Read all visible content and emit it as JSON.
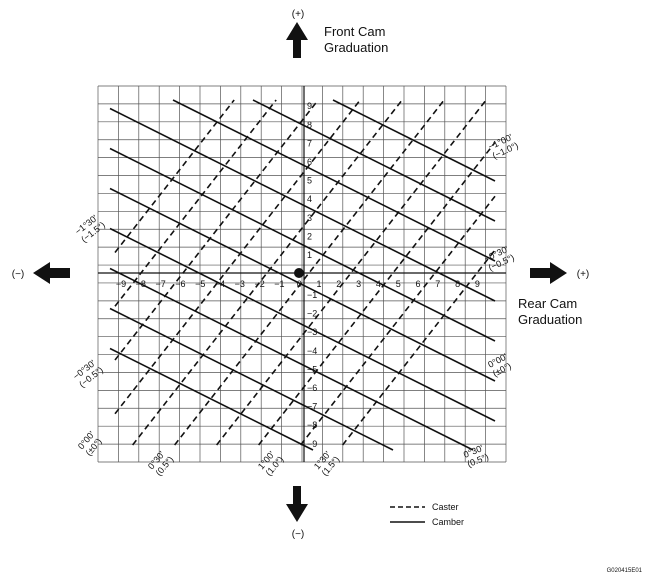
{
  "top_arrow": {
    "sign": "(+)",
    "title_line1": "Front Cam",
    "title_line2": "Graduation"
  },
  "bottom_arrow": {
    "sign": "(−)"
  },
  "left_arrow": {
    "sign": "(−)"
  },
  "right_arrow": {
    "sign": "(+)",
    "title_line1": "Rear Cam",
    "title_line2": "Graduation"
  },
  "x_ticks": [
    "−9",
    "−8",
    "−7",
    "−6",
    "−5",
    "−4",
    "−3",
    "−2",
    "−1",
    "0",
    "1",
    "2",
    "3",
    "4",
    "5",
    "6",
    "7",
    "8",
    "9"
  ],
  "y_ticks_pos": [
    "1",
    "2",
    "3",
    "4",
    "5",
    "6",
    "7",
    "8",
    "9"
  ],
  "y_ticks_neg": [
    "−1",
    "−2",
    "−3",
    "−4",
    "−5",
    "−6",
    "−7",
    "−8",
    "−9"
  ],
  "line_labels": [
    {
      "deg": "−1°00'",
      "dec": "(−1.0°)"
    },
    {
      "deg": "−1°30'",
      "dec": "(−1.5°)"
    },
    {
      "deg": "−0°30'",
      "dec": "(−0.5°)"
    },
    {
      "deg": "−0°30'",
      "dec": "(−0.5°)"
    },
    {
      "deg": "0°00'",
      "dec": "(±0°)"
    },
    {
      "deg": "0°00'",
      "dec": "(±0°)"
    },
    {
      "deg": "0°30'",
      "dec": "(0.5°)"
    },
    {
      "deg": "1°00'",
      "dec": "(1.0°)"
    },
    {
      "deg": "1°30'",
      "dec": "(1.5°)"
    },
    {
      "deg": "0°30'",
      "dec": "(0.5°)"
    }
  ],
  "legend": {
    "caster": "Caster",
    "camber": "Camber"
  },
  "figure_code": "G020415E01"
}
